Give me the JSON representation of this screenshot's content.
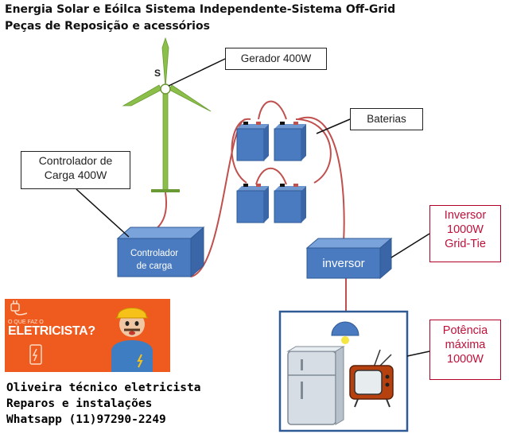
{
  "title": {
    "line1": "Energia  Solar e Eóilca Sistema Independente-Sistema Off-Grid",
    "line2": "Peças de Reposição e acessórios"
  },
  "labels": {
    "generator": "Gerador 400W",
    "batteries": "Baterias",
    "controller_line1": "Controlador de",
    "controller_line2": "Carga 400W",
    "inverter_line1": "Inversor",
    "inverter_line2": "1000W",
    "inverter_line3": "Grid-Tie",
    "power_line1": "Potência",
    "power_line2": "máxima",
    "power_line3": "1000W"
  },
  "device_labels": {
    "turbine_letter": "S",
    "controller_line1": "Controlador",
    "controller_line2": "de carga",
    "inverter": "inversor"
  },
  "banner": {
    "small_text": "O QUE FAZ O",
    "big_text": "ELETRICISTA?"
  },
  "footer": {
    "line1": "Oliveira técnico eletricista",
    "line2": "Reparos e instalações",
    "line3": "Whatsapp (11)97290-2249"
  },
  "colors": {
    "device_blue": "#4a7bc0",
    "wire_red": "#c0504d",
    "turbine_green": "#8bbf4a",
    "banner_orange": "#ef5a1e",
    "callout_red": "#c0103a"
  }
}
